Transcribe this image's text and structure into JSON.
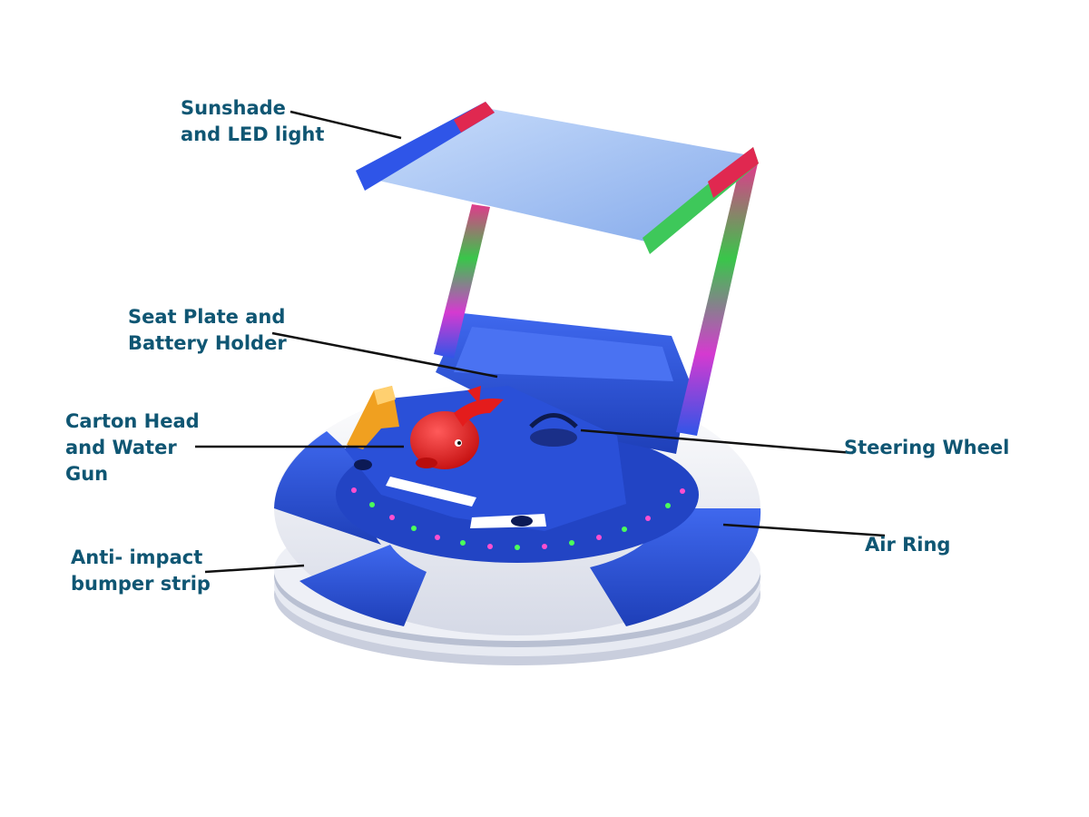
{
  "colors": {
    "label_text": "#0f5673",
    "leader_line": "#111111",
    "ring_blue": "#2a4fd6",
    "ring_white": "#f2f4fb",
    "canopy": "#9fc0f2",
    "seat_blue": "#2d56e0",
    "dolphin_red": "#e01818",
    "water_gun": "#f0a020"
  },
  "labels": {
    "sunshade": "Sunshade\nand LED light",
    "seat_plate": "Seat Plate and\nBattery Holder",
    "carton_head": "Carton Head\nand Water\nGun",
    "steering_wheel": "Steering Wheel",
    "air_ring": "Air Ring",
    "anti_impact": "Anti- impact\nbumper strip"
  },
  "icons": {
    "product": "bumper-boat-illustration",
    "character": "dolphin-head",
    "gun": "water-gun",
    "lights": "led-lights"
  }
}
